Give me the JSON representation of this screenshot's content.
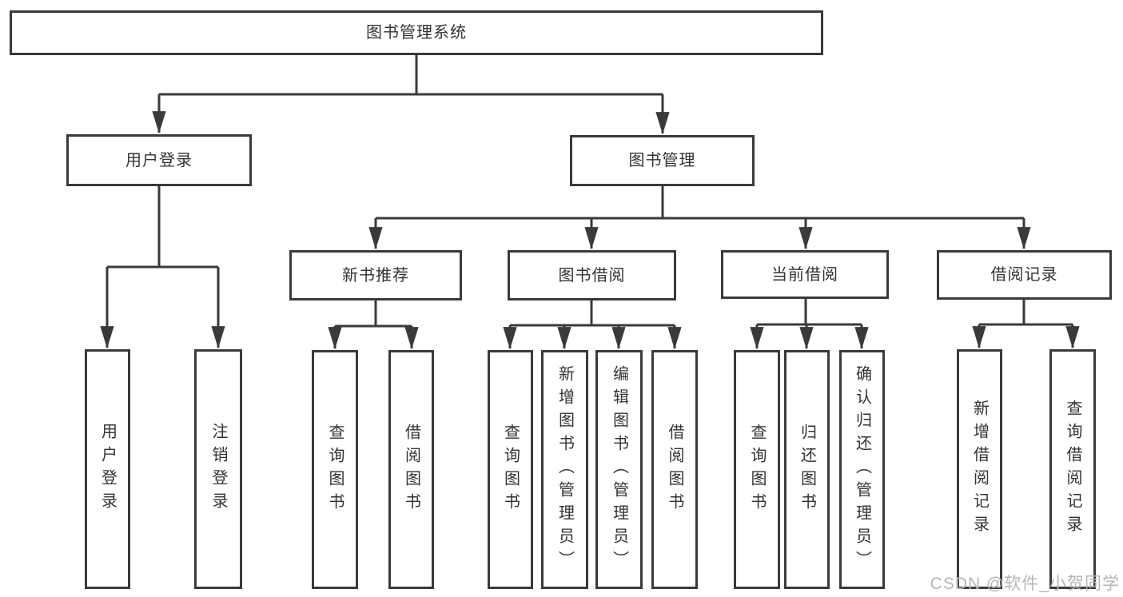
{
  "diagram": {
    "root": {
      "label": "图书管理系统"
    },
    "level2": [
      {
        "label": "用户登录"
      },
      {
        "label": "图书管理"
      }
    ],
    "level3": [
      {
        "label": "新书推荐"
      },
      {
        "label": "图书借阅"
      },
      {
        "label": "当前借阅"
      },
      {
        "label": "借阅记录"
      }
    ],
    "leaves": {
      "user_login": [
        "用户登录",
        "注销登录"
      ],
      "new_books": [
        "查询图书",
        "借阅图书"
      ],
      "book_borrow": [
        "查询图书",
        "新增图书（管理员）",
        "编辑图书（管理员）",
        "借阅图书"
      ],
      "current_borrow": [
        "查询图书",
        "归还图书",
        "确认归还（管理员）"
      ],
      "borrow_records": [
        "新增借阅记录",
        "查询借阅记录"
      ]
    }
  },
  "watermark": "CSDN @软件_小贺同学",
  "colors": {
    "line": "#3a3a3a",
    "box_border": "#3a3a3a",
    "text": "#333333",
    "watermark": "#b5b5b5",
    "background": "#ffffff"
  }
}
